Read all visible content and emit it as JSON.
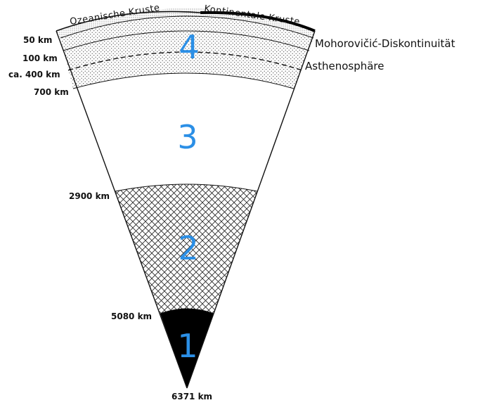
{
  "crust": {
    "oceanic": "Ozeanische Kruste",
    "continental": "Kontinentale Kruste"
  },
  "boundaries": {
    "moho": "Mohorovičić-Diskontinuität",
    "asthenosphere": "Asthenosphäre"
  },
  "depths": {
    "d50": "50 km",
    "d100": "100 km",
    "d400": "ca. 400 km",
    "d700": "700 km",
    "d2900": "2900 km",
    "d5080": "5080 km",
    "d6371": "6371 km"
  },
  "layers": {
    "one": "1",
    "two": "2",
    "three": "3",
    "four": "4"
  },
  "colors": {
    "number": "#2b8fe6",
    "outline": "#111111",
    "inner_core": "#000000"
  }
}
